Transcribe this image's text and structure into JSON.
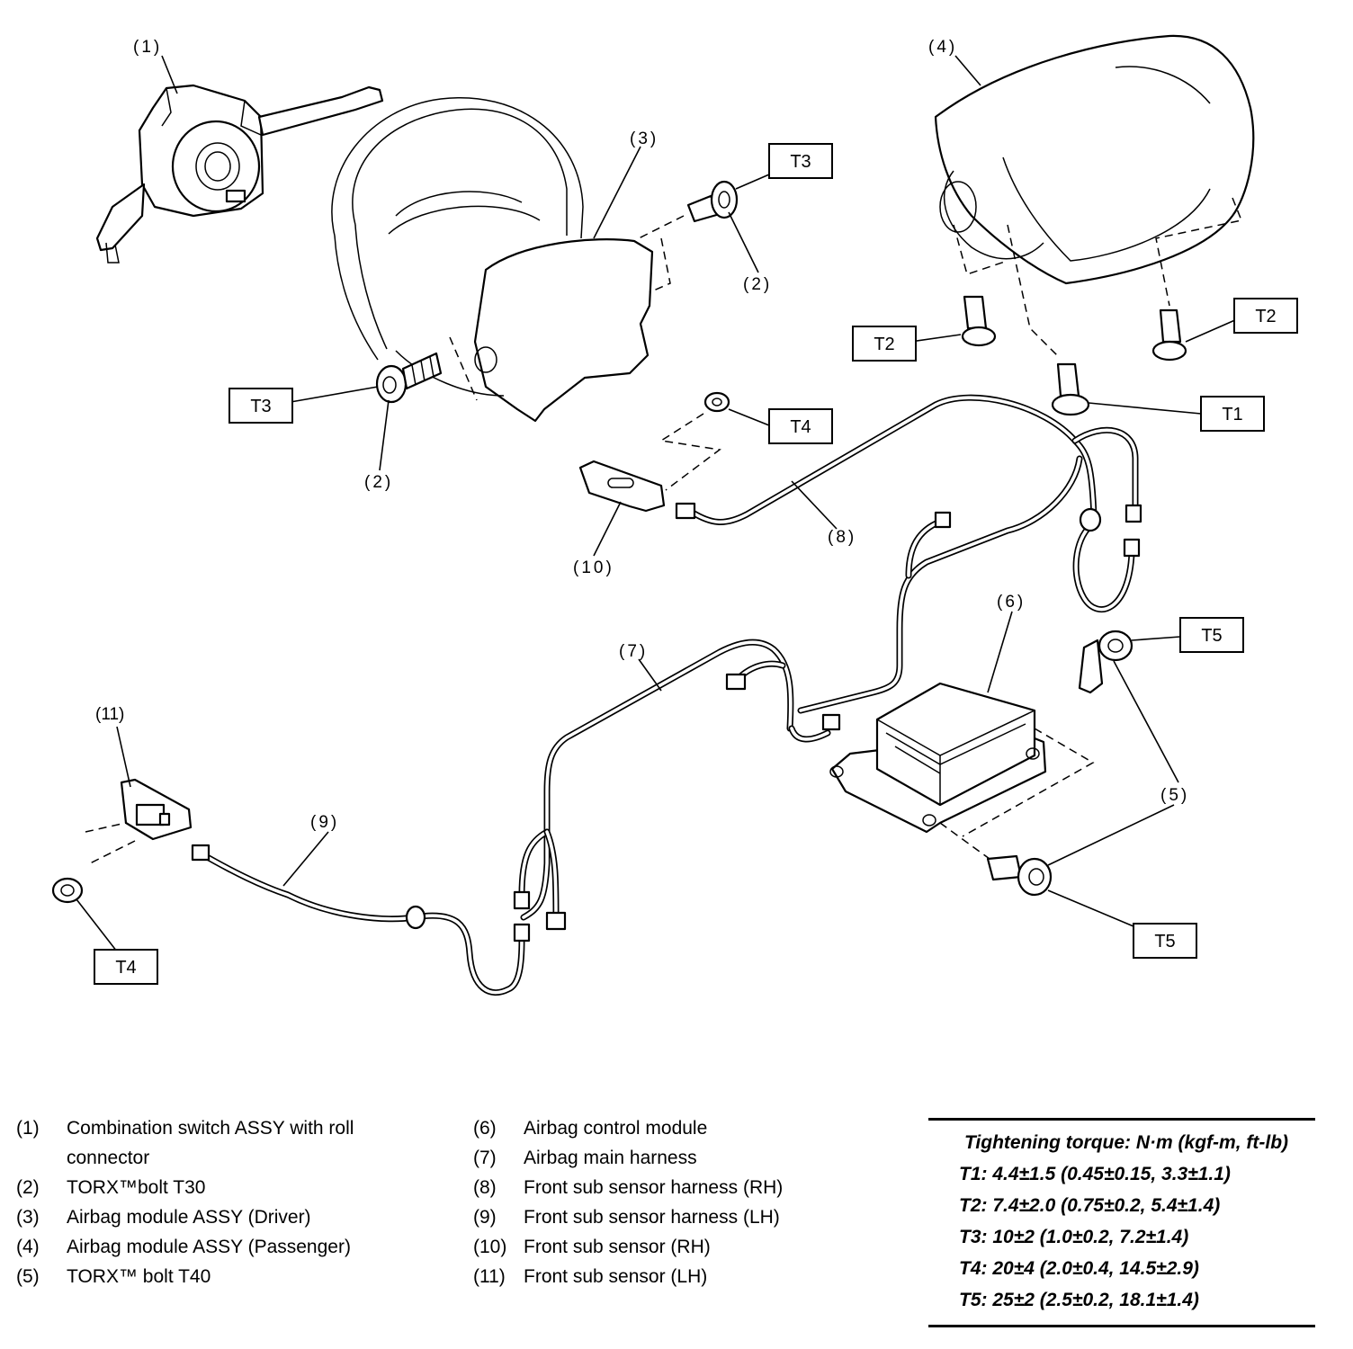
{
  "diagram": {
    "callouts": {
      "c1": "(1)",
      "c2a": "(2)",
      "c2b": "(2)",
      "c3": "(3)",
      "c4": "(4)",
      "c5": "(5)",
      "c6": "(6)",
      "c7": "(7)",
      "c8": "(8)",
      "c9": "(9)",
      "c10": "(10)",
      "c11": "(11)"
    },
    "torque_labels": {
      "t3a": "T3",
      "t3b": "T3",
      "t2a": "T2",
      "t2b": "T2",
      "t1": "T1",
      "t4a": "T4",
      "t4b": "T4",
      "t5a": "T5",
      "t5b": "T5"
    }
  },
  "legend": {
    "col1": [
      {
        "num": "(1)",
        "text": "Combination switch ASSY with roll connector"
      },
      {
        "num": "(2)",
        "text": "TORX™bolt T30"
      },
      {
        "num": "(3)",
        "text": "Airbag module ASSY (Driver)"
      },
      {
        "num": "(4)",
        "text": "Airbag module ASSY (Passenger)"
      },
      {
        "num": "(5)",
        "text": "TORX™ bolt T40"
      }
    ],
    "col2": [
      {
        "num": "(6)",
        "text": "Airbag control module"
      },
      {
        "num": "(7)",
        "text": "Airbag main harness"
      },
      {
        "num": "(8)",
        "text": "Front sub sensor harness (RH)"
      },
      {
        "num": "(9)",
        "text": "Front sub sensor harness (LH)"
      },
      {
        "num": "(10)",
        "text": "Front sub sensor (RH)"
      },
      {
        "num": "(11)",
        "text": "Front sub sensor (LH)"
      }
    ]
  },
  "torque": {
    "title": "Tightening torque: N·m (kgf-m, ft-lb)",
    "rows": [
      "T1: 4.4±1.5 (0.45±0.15, 3.3±1.1)",
      "T2: 7.4±2.0 (0.75±0.2, 5.4±1.4)",
      "T3: 10±2 (1.0±0.2, 7.2±1.4)",
      "T4: 20±4 (2.0±0.4, 14.5±2.9)",
      "T5: 25±2 (2.5±0.2, 18.1±1.4)"
    ]
  }
}
